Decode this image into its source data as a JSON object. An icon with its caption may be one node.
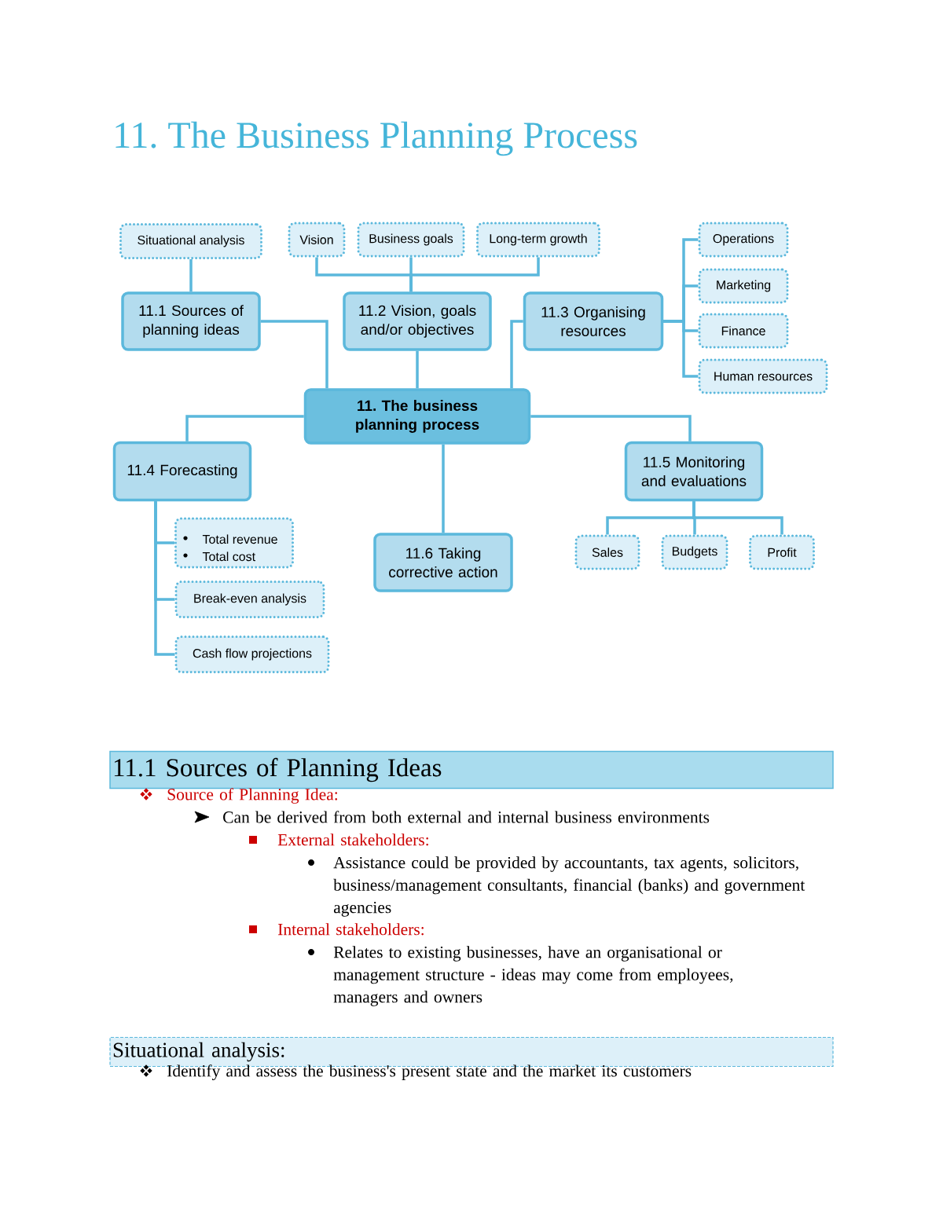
{
  "diagram": {
    "title": "11. The Business Planning Process",
    "nodes": [
      {
        "text": [
          "11. The business planning process"
        ]
      },
      {
        "text": [
          "11.1 Sources of planning ideas"
        ]
      },
      {
        "text": [
          "11.2 Vision, goals and/or objectives"
        ]
      },
      {
        "text": [
          "11.3 Organising resources"
        ]
      },
      {
        "text": [
          "11.4 Forecasting"
        ]
      },
      {
        "text": [
          "11.5 Monitoring and evaluations"
        ]
      },
      {
        "text": [
          "11.6 Taking corrective action"
        ]
      },
      {
        "text": [
          "Situational analysis"
        ]
      },
      {
        "text": [
          "Vision"
        ]
      },
      {
        "text": [
          "Business goals"
        ]
      },
      {
        "text": [
          "Long-term growth"
        ]
      },
      {
        "text": [
          "Operations"
        ]
      },
      {
        "text": [
          "Marketing"
        ]
      },
      {
        "text": [
          "Finance"
        ]
      },
      {
        "text": [
          "Human resources"
        ]
      },
      {
        "text": [
          "Total revenue",
          "Total cost"
        ]
      },
      {
        "text": [
          "Break-even analysis"
        ]
      },
      {
        "text": [
          "Cash flow projections"
        ]
      },
      {
        "text": [
          "Sales"
        ]
      },
      {
        "text": [
          "Budgets"
        ]
      },
      {
        "text": [
          "Profit"
        ]
      },
      {
        "text": [
          "11.1 Sources of Planning Ideas"
        ]
      },
      {
        "text": [
          "Situational analysis:"
        ]
      }
    ],
    "edges": [
      {
        "from": 7,
        "to": 1,
        "arrow": "none"
      },
      {
        "from": 8,
        "to": 2,
        "arrow": "none"
      },
      {
        "from": 9,
        "to": 2,
        "arrow": "none"
      },
      {
        "from": 10,
        "to": 2,
        "arrow": "none"
      },
      {
        "from": 1,
        "to": 0,
        "arrow": "none"
      },
      {
        "from": 2,
        "to": 0,
        "arrow": "none"
      },
      {
        "from": 3,
        "to": 0,
        "arrow": "none"
      },
      {
        "from": 0,
        "to": 4,
        "arrow": "none"
      },
      {
        "from": 0,
        "to": 5,
        "arrow": "none"
      },
      {
        "from": 0,
        "to": 6,
        "arrow": "none"
      },
      {
        "from": 3,
        "to": 11,
        "arrow": "none"
      },
      {
        "from": 3,
        "to": 12,
        "arrow": "none"
      },
      {
        "from": 3,
        "to": 13,
        "arrow": "none"
      },
      {
        "from": 3,
        "to": 14,
        "arrow": "none"
      },
      {
        "from": 4,
        "to": 15,
        "arrow": "none"
      },
      {
        "from": 4,
        "to": 16,
        "arrow": "none"
      },
      {
        "from": 4,
        "to": 17,
        "arrow": "none"
      },
      {
        "from": 5,
        "to": 18,
        "arrow": "none"
      },
      {
        "from": 5,
        "to": 19,
        "arrow": "none"
      },
      {
        "from": 5,
        "to": 20,
        "arrow": "none"
      }
    ],
    "labels": [
      "Source of Planning Idea:",
      "Can be derived from both external and internal business environments",
      "External stakeholders:",
      "Assistance could be provided by accountants, tax agents, solicitors, business/management consultants, financial (banks) and government agencies",
      "Internal stakeholders:",
      "Relates to existing businesses, have an organisational or management structure - ideas may come from employees, managers and owners",
      "Identify and assess the business's present state and the market its customers"
    ]
  }
}
